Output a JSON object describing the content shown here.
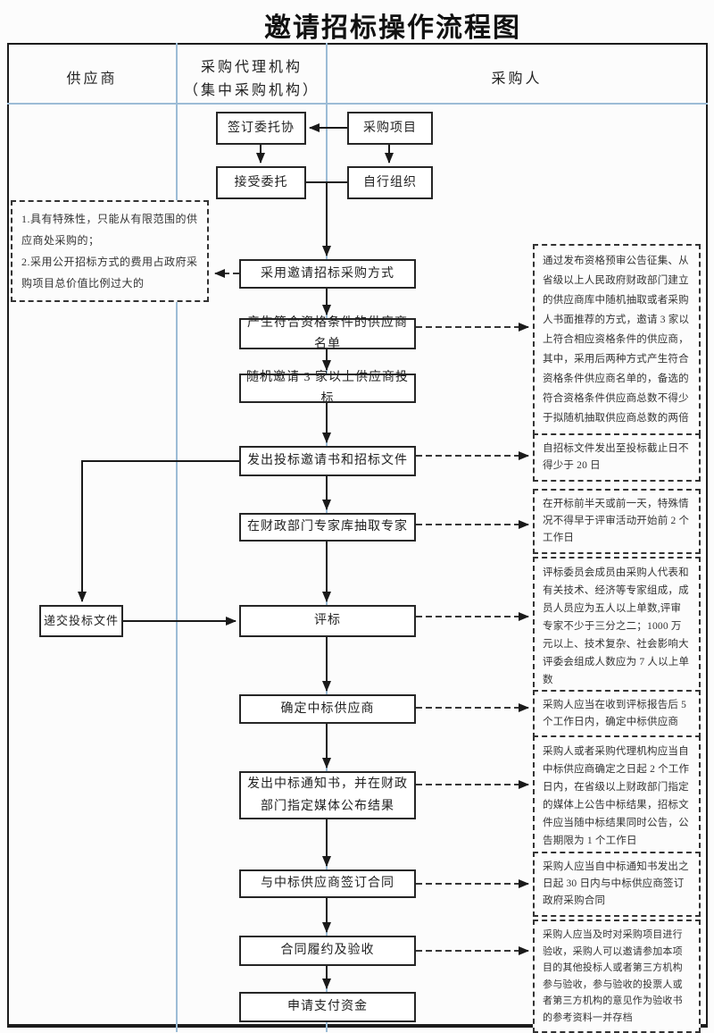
{
  "title": "邀请招标操作流程图",
  "columns": {
    "supplier": "供应商",
    "agency_line1": "采购代理机构",
    "agency_line2": "（集中采购机构）",
    "purchaser": "采购人"
  },
  "flow": {
    "sign_agreement": "签订委托协",
    "procurement_project": "采购项目",
    "accept_entrustment": "接受委托",
    "self_organize": "自行组织",
    "adopt_method": "采用邀请招标采购方式",
    "generate_list": "产生符合资格条件的供应商名单",
    "random_invite": "随机邀请 3 家以上供应商投标",
    "send_invitation": "发出投标邀请书和招标文件",
    "draw_experts": "在财政部门专家库抽取专家",
    "submit_bid": "递交投标文件",
    "evaluate": "评标",
    "determine_winner": "确定中标供应商",
    "announce_result": "发出中标通知书，并在财政部门指定媒体公布结果",
    "sign_contract": "与中标供应商签订合同",
    "perform_accept": "合同履约及验收",
    "apply_payment": "申请支付资金"
  },
  "notes": {
    "left": [
      "1.具有特殊性，只能从有限范围的供应商处采购的；",
      "2.采用公开招标方式的费用占政府采购项目总价值比例过大的"
    ],
    "right": [
      "通过发布资格预审公告征集、从省级以上人民政府财政部门建立的供应商库中随机抽取或者采购人书面推荐的方式，邀请 3 家以上符合相应资格条件的供应商，其中，采用后两种方式产生符合资格条件供应商名单的，备选的符合资格条件供应商总数不得少于拟随机抽取供应商总数的两倍",
      "自招标文件发出至投标截止日不得少于 20 日",
      "在开标前半天或前一天，特殊情况不得早于评审活动开始前 2 个工作日",
      "评标委员会成员由采购人代表和有关技术、经济等专家组成，成员人员应为五人以上单数,评审专家不少于三分之二；1000 万元以上、技术复杂、社会影响大评委会组成人数应为 7 人以上单数",
      "采购人应当在收到评标报告后 5 个工作日内，确定中标供应商",
      "采购人或者采购代理机构应当自中标供应商确定之日起 2 个工作日内，在省级以上财政部门指定的媒体上公告中标结果，招标文件应当随中标结果同时公告，公告期限为 1 个工作日",
      "采购人应当自中标通知书发出之日起 30 日内与中标供应商签订政府采购合同",
      "采购人应当及时对采购项目进行验收，采购人可以邀请参加本项目的其他投标人或者第三方机构参与验收，参与验收的投票人或者第三方机构的意见作为验收书的参考资料一并存档"
    ]
  }
}
